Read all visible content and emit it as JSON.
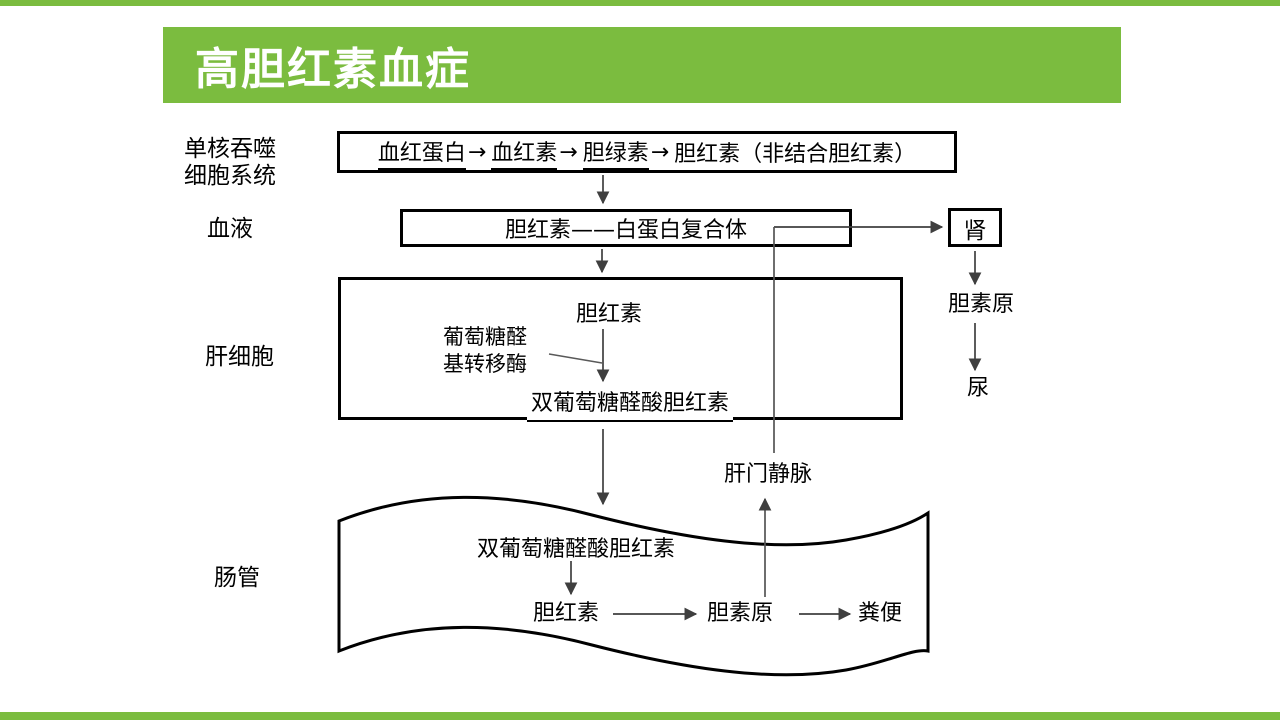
{
  "title": "高胆红素血症",
  "colors": {
    "accent": "#7bbc3f"
  },
  "row_labels": {
    "mononuclear_line1": "单核吞噬",
    "mononuclear_line2": "细胞系统",
    "blood": "血液",
    "liver": "肝细胞",
    "intestine": "肠管"
  },
  "heme_box": {
    "hemoglobin": "血红蛋白",
    "heme": "血红素",
    "biliverdin": "胆绿素",
    "unconjugated_bilirubin": "胆红素（非结合胆红素）",
    "arrow": "→"
  },
  "blood_box": {
    "complex": "胆红素——白蛋白复合体"
  },
  "kidney": {
    "box_label": "肾",
    "urobilinogen": "胆素原",
    "urine": "尿"
  },
  "liver": {
    "bilirubin": "胆红素",
    "enzyme_line1": "葡萄糖醛",
    "enzyme_line2": "基转移酶",
    "diglucuronide": "双葡萄糖醛酸胆红素"
  },
  "portal_vein": "肝门静脉",
  "intestine": {
    "diglucuronide": "双葡萄糖醛酸胆红素",
    "bilirubin": "胆红素",
    "urobilinogen": "胆素原",
    "feces": "粪便"
  }
}
